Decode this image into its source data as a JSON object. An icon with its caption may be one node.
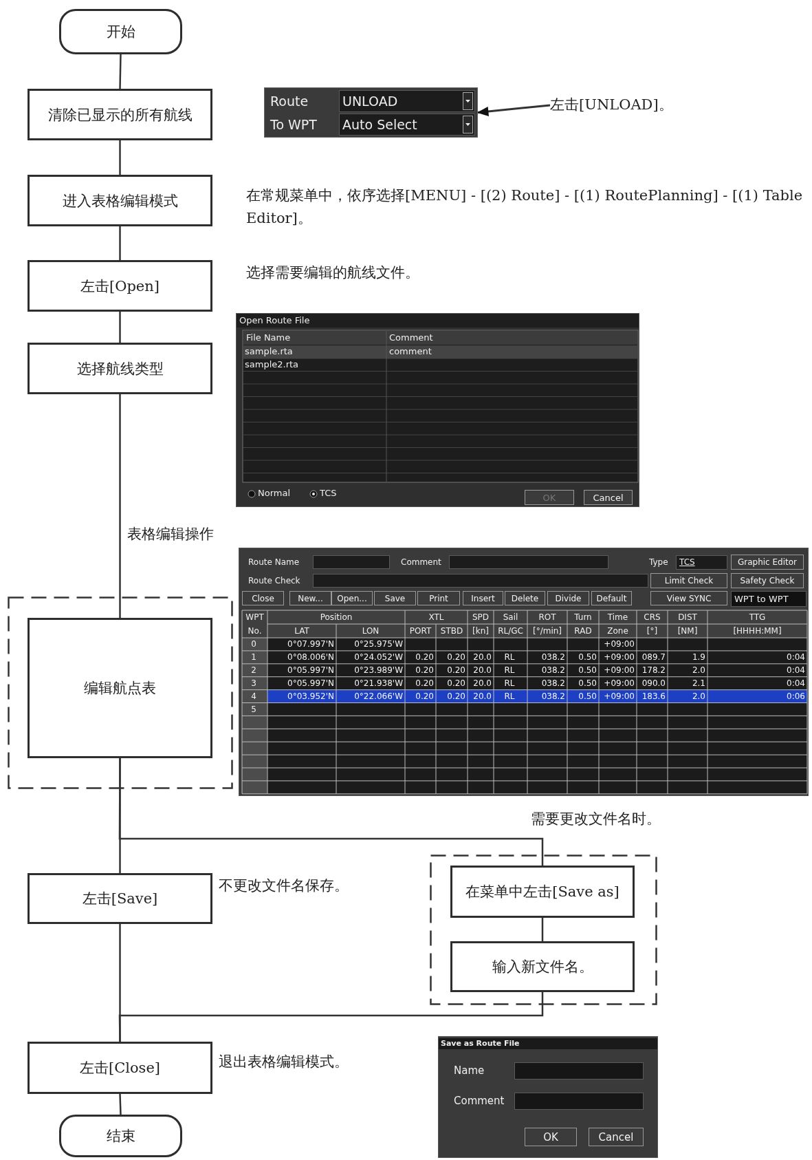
{
  "diagram": {
    "nodes": [
      {
        "text": [
          "开始"
        ]
      },
      {
        "text": [
          "清除已显示的所有航线"
        ]
      },
      {
        "text": [
          "进入表格编辑模式"
        ]
      },
      {
        "text": [
          "左击[Open]"
        ]
      },
      {
        "text": [
          "选择航线类型"
        ]
      },
      {
        "text": [],
        "shape": "box"
      },
      {
        "text": [
          "编辑航点表"
        ],
        "in": 5
      },
      {
        "text": [
          "左击[Save]"
        ]
      },
      {
        "text": [],
        "shape": "box"
      },
      {
        "text": [
          "在菜单中左击[Save as]"
        ],
        "in": 8
      },
      {
        "text": [
          "输入新文件名。"
        ],
        "in": 8
      },
      {
        "text": [
          "左击[Close]"
        ]
      },
      {
        "text": [
          "结束"
        ]
      },
      {
        "text": [
          "Route",
          "UNLOAD",
          "To WPT",
          "Auto Select"
        ]
      },
      {
        "text": [
          "左击[UNLOAD]。"
        ]
      }
    ],
    "edges": [
      {
        "from": 0,
        "to": 1,
        "arrow": "none"
      },
      {
        "from": 1,
        "to": 2,
        "arrow": "none"
      },
      {
        "from": 2,
        "to": 3,
        "arrow": "none"
      },
      {
        "from": 3,
        "to": 4,
        "arrow": "none"
      },
      {
        "from": 4,
        "to": 6,
        "arrow": "none"
      },
      {
        "from": 6,
        "to": 7,
        "arrow": "none"
      },
      {
        "from": 6,
        "to": 9,
        "arrow": "none"
      },
      {
        "from": 9,
        "to": 10,
        "arrow": "none"
      },
      {
        "from": 10,
        "to": 11,
        "arrow": "none"
      },
      {
        "from": 7,
        "to": 11,
        "arrow": "none"
      },
      {
        "from": 11,
        "to": 12,
        "arrow": "none"
      },
      {
        "from": 14,
        "to": 13,
        "arrow": "to"
      }
    ],
    "labels": [
      "在常规菜单中，依序选择[MENU] - [(2) Route] - [(1) RoutePlanning] - [(1) Table Editor]。",
      "选择需要编辑的航线文件。",
      "Open Route File",
      "File Name",
      "Comment",
      "sample.rta",
      "comment",
      "sample2.rta",
      "Normal",
      "TCS",
      "OK",
      "Cancel",
      "表格编辑操作",
      "Route Name",
      "Comment",
      "Type",
      "TCS",
      "Graphic Editor",
      "Route Check",
      "Limit Check",
      "Safety Check",
      "Close",
      "New...",
      "Open...",
      "Save",
      "Print",
      "Insert",
      "Delete",
      "Divide",
      "Default",
      "View SYNC",
      "WPT to WPT",
      "WPT",
      "Position",
      "XTL",
      "SPD",
      "Sail",
      "ROT",
      "Turn",
      "Time",
      "CRS",
      "DIST",
      "TTG",
      "No.",
      "LAT",
      "LON",
      "PORT",
      "STBD",
      "[kn]",
      "RL/GC",
      "[°/min]",
      "RAD",
      "Zone",
      "[°]",
      "[NM]",
      "[HHHH:MM]",
      "0",
      "0°07.997'N",
      "0°25.975'W",
      "+09:00",
      "1",
      "0°08.006'N",
      "0°24.052'W",
      "0.20",
      "0.20",
      "20.0",
      "RL",
      "038.2",
      "0.50",
      "+09:00",
      "089.7",
      "1.9",
      "0:04",
      "2",
      "0°05.997'N",
      "0°23.989'W",
      "0.20",
      "0.20",
      "20.0",
      "RL",
      "038.2",
      "0.50",
      "+09:00",
      "178.2",
      "2.0",
      "0:04",
      "3",
      "0°05.997'N",
      "0°21.938'W",
      "0.20",
      "0.20",
      "20.0",
      "RL",
      "038.2",
      "0.50",
      "+09:00",
      "090.0",
      "2.1",
      "0:04",
      "4",
      "0°03.952'N",
      "0°22.066'W",
      "0.20",
      "0.20",
      "20.0",
      "RL",
      "038.2",
      "0.50",
      "+09:00",
      "183.6",
      "2.0",
      "0:06",
      "5",
      "需要更改文件名时。",
      "不更改文件名保存。",
      "Save as Route File",
      "Name",
      "Comment",
      "OK",
      "Cancel",
      "退出表格编辑模式。"
    ]
  }
}
